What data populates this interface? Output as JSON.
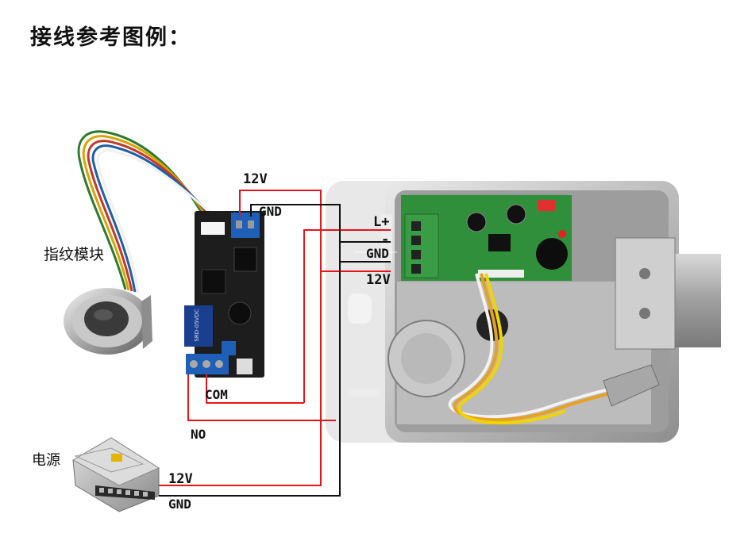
{
  "title": "接线参考图例：",
  "components": {
    "fingerprint_module": "指纹模块",
    "power_supply": "电源"
  },
  "wire_labels": {
    "top_12v": "12V",
    "top_gnd": "GND",
    "lock_l_plus": "L+",
    "lock_minus": "-",
    "lock_gnd": "GND",
    "lock_12v": "12V",
    "relay_com": "COM",
    "relay_no": "NO",
    "psu_12v": "12V",
    "psu_gnd": "GND"
  },
  "colors": {
    "positive_wire": "#e8141c",
    "ground_wire": "#111111",
    "board_green": "#2f8f3a",
    "terminal_blue": "#1f5fb8"
  }
}
